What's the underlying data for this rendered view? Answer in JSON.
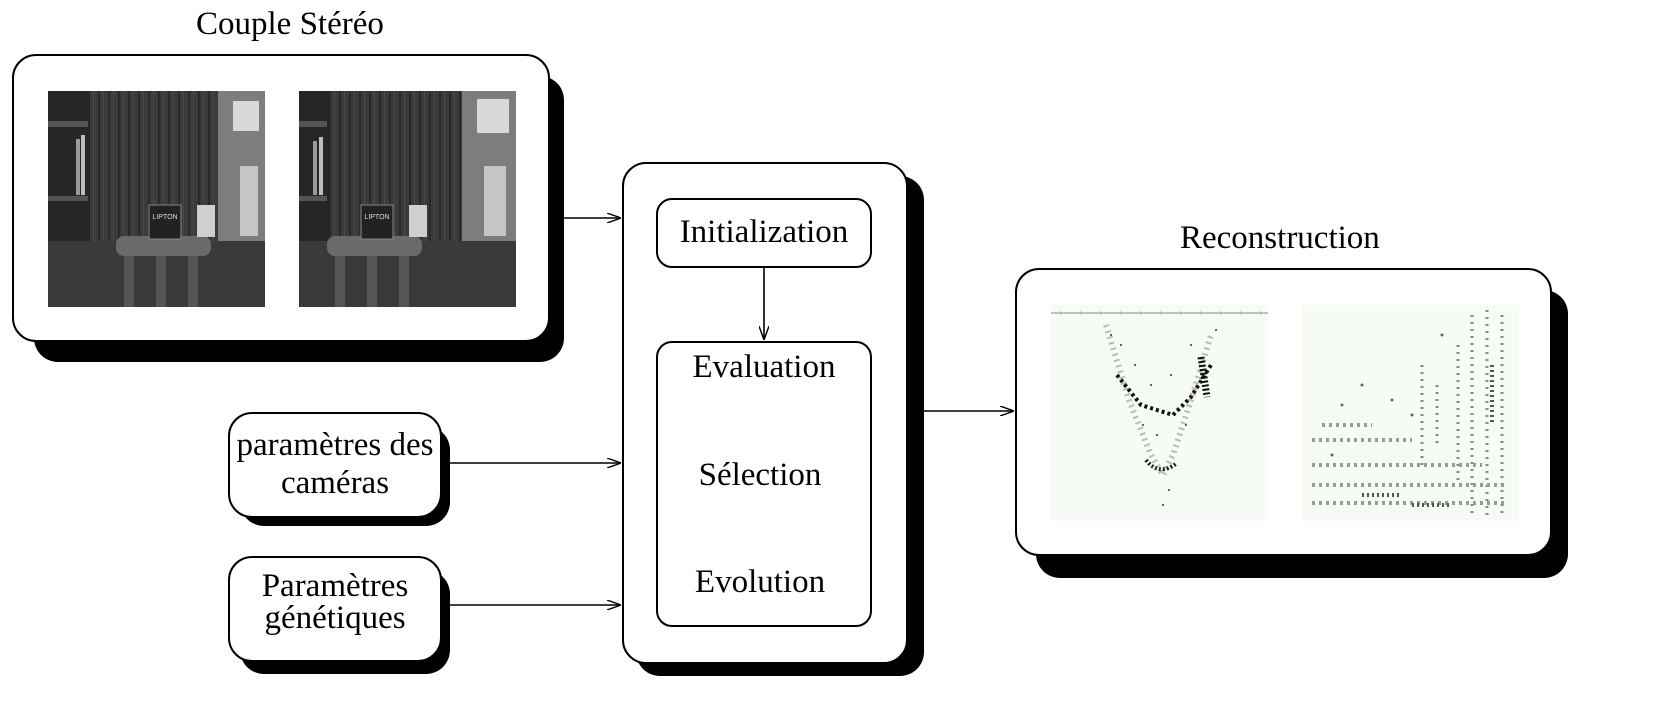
{
  "stereo": {
    "title": "Couple Stéréo"
  },
  "reconstruction": {
    "title": "Reconstruction"
  },
  "camera_params": {
    "line1": "paramètres des",
    "line2": "caméras"
  },
  "genetic_params": {
    "line1": "Paramètres",
    "line2": "génétiques"
  },
  "algorithm": {
    "init_label": "Initialization",
    "steps": [
      "Evaluation",
      "Sélection",
      "Evolution"
    ]
  },
  "book": {
    "title": "LIPTON"
  }
}
